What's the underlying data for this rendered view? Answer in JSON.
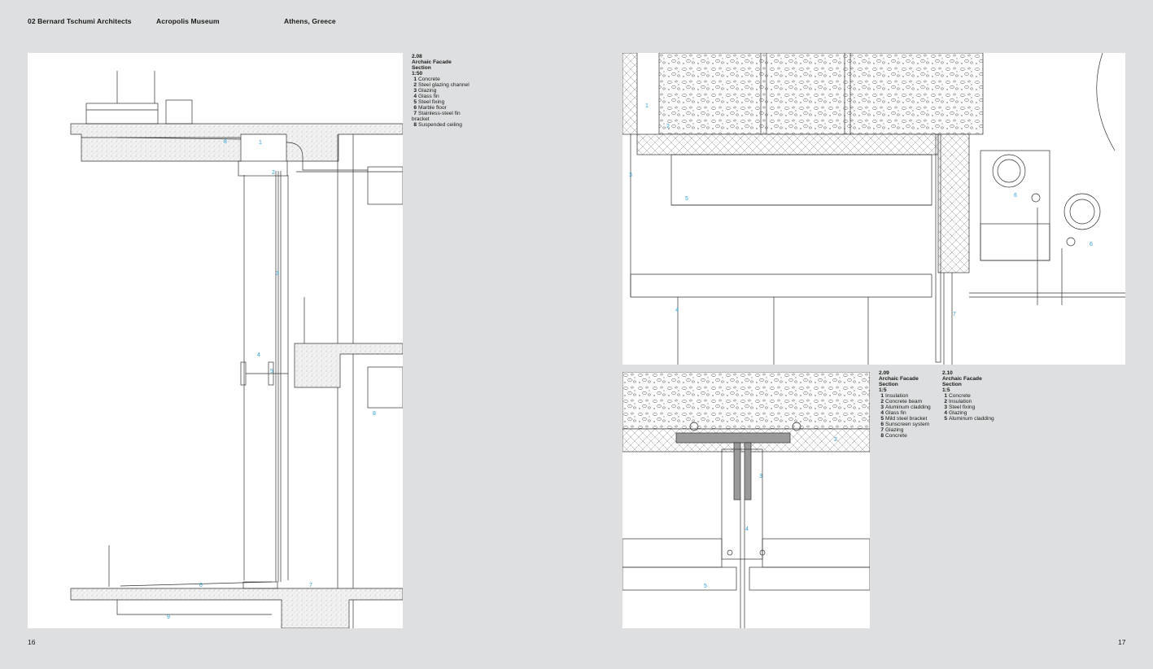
{
  "header": {
    "section": "02 Bernard Tschumi Architects",
    "project": "Acropolis Museum",
    "location": "Athens, Greece"
  },
  "pages": {
    "left": "16",
    "right": "17"
  },
  "captions": {
    "c208": {
      "number": "2.08",
      "title": "Archaic Facade",
      "subtitle": "Section",
      "scale": "1:50",
      "items": [
        {
          "n": "1",
          "t": "Concrete"
        },
        {
          "n": "2",
          "t": "Steel glazing channel"
        },
        {
          "n": "3",
          "t": "Glazing"
        },
        {
          "n": "4",
          "t": "Glass fin"
        },
        {
          "n": "5",
          "t": "Steel fixing"
        },
        {
          "n": "6",
          "t": "Marble floor"
        },
        {
          "n": "7",
          "t": "Stainless-steel fin bracket"
        },
        {
          "n": "8",
          "t": "Suspended ceiling"
        }
      ]
    },
    "c209": {
      "number": "2.09",
      "title": "Archaic Facade",
      "subtitle": "Section",
      "scale": "1:5",
      "items": [
        {
          "n": "1",
          "t": "Insulation"
        },
        {
          "n": "2",
          "t": "Concrete beam"
        },
        {
          "n": "3",
          "t": "Aluminum cladding"
        },
        {
          "n": "4",
          "t": "Glass fin"
        },
        {
          "n": "5",
          "t": "Mild steel bracket"
        },
        {
          "n": "6",
          "t": "Sunscreen system"
        },
        {
          "n": "7",
          "t": "Glazing"
        },
        {
          "n": "8",
          "t": "Concrete"
        }
      ]
    },
    "c210": {
      "number": "2.10",
      "title": "Archaic Facade",
      "subtitle": "Section",
      "scale": "1:5",
      "items": [
        {
          "n": "1",
          "t": "Concrete"
        },
        {
          "n": "2",
          "t": "Insulation"
        },
        {
          "n": "3",
          "t": "Steel fixing"
        },
        {
          "n": "4",
          "t": "Glazing"
        },
        {
          "n": "5",
          "t": "Aluminum cladding"
        }
      ]
    }
  },
  "drawing_labels": {
    "d208": [
      "1",
      "2",
      "8",
      "3",
      "4",
      "5",
      "6",
      "7",
      "8",
      "9"
    ],
    "d209": [
      "1",
      "2",
      "3",
      "4",
      "5",
      "6",
      "6",
      "7"
    ],
    "d210": [
      "2",
      "3",
      "4",
      "5"
    ]
  },
  "colors": {
    "background": "#dedfe0",
    "panel": "#ffffff",
    "callout": "#2a9fd6",
    "line": "#333333"
  }
}
